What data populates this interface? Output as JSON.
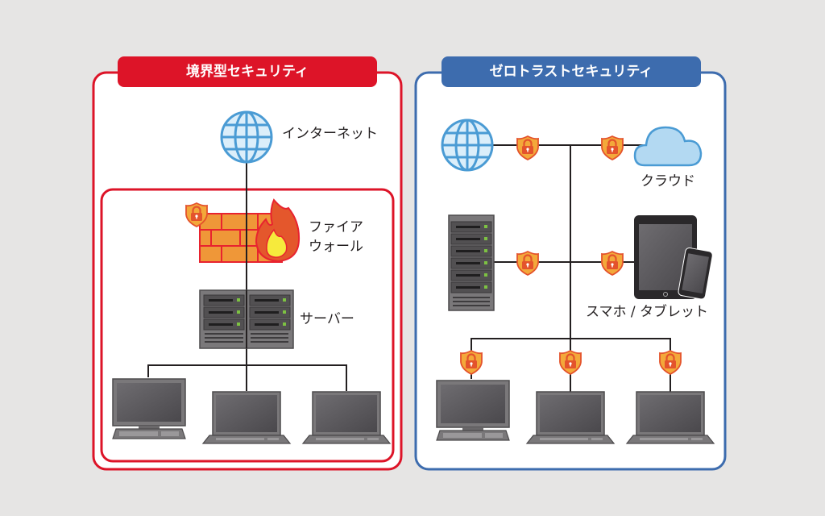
{
  "colors": {
    "perimeter": "#dd1428",
    "zerotrust": "#3d6cae",
    "background": "#e6e5e4",
    "shield": "#f3a83a",
    "lock": "#e4532c",
    "globe": "#4a9bd4"
  },
  "perimeter": {
    "title": "境界型セキュリティ",
    "internet_label": "インターネット",
    "firewall_label_line1": "ファイア",
    "firewall_label_line2": "ウォール",
    "server_label": "サーバー",
    "clients": [
      "desktop",
      "laptop",
      "laptop"
    ]
  },
  "zerotrust": {
    "title": "ゼロトラストセキュリティ",
    "cloud_label": "クラウド",
    "mobile_label": "スマホ / タブレット",
    "clients": [
      "desktop",
      "laptop",
      "laptop"
    ]
  }
}
